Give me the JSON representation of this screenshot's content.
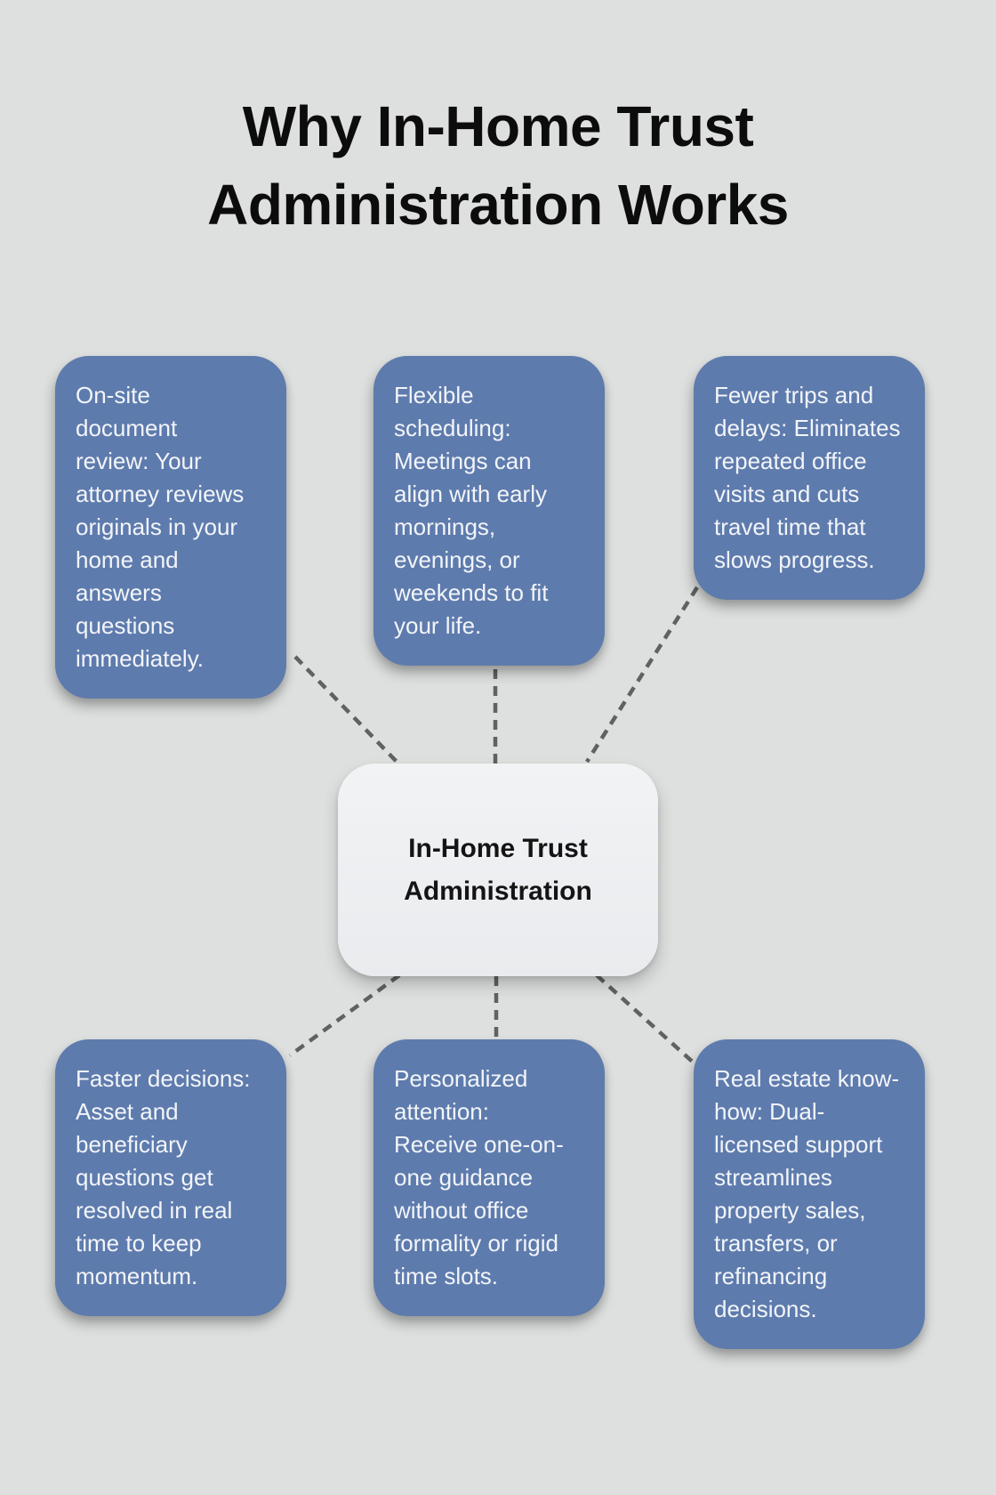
{
  "title": "Why In-Home Trust Administration Works",
  "center_node": {
    "label": "In-Home Trust Administration"
  },
  "benefits": [
    {
      "id": "onsite-document-review",
      "text": "On-site\ndocument\nreview: Your\nattorney reviews\noriginals in your\nhome and\nanswers\nquestions\nimmediately."
    },
    {
      "id": "flexible-scheduling",
      "text": "Flexible\nscheduling:\nMeetings can\nalign with early\nmornings,\nevenings, or\nweekends to fit\nyour life."
    },
    {
      "id": "fewer-trips-and-delays",
      "text": "Fewer trips and\ndelays: Eliminates\nrepeated office\nvisits and cuts\ntravel time that\nslows progress."
    },
    {
      "id": "faster-decisions",
      "text": "Faster decisions:\nAsset and\nbeneficiary\nquestions get\nresolved in real\ntime to keep\nmomentum."
    },
    {
      "id": "personalized-attention",
      "text": "Personalized\nattention:\nReceive one-on-\none guidance\nwithout office\nformality or rigid\ntime slots."
    },
    {
      "id": "real-estate-know-how",
      "text": "Real estate know-\nhow: Dual-\nlicensed support\nstreamlines\nproperty sales,\ntransfers, or\nrefinancing\ndecisions."
    }
  ],
  "connections": [
    {
      "from": "center",
      "to": "onsite-document-review"
    },
    {
      "from": "center",
      "to": "flexible-scheduling"
    },
    {
      "from": "center",
      "to": "fewer-trips-and-delays"
    },
    {
      "from": "center",
      "to": "faster-decisions"
    },
    {
      "from": "center",
      "to": "personalized-attention"
    },
    {
      "from": "center",
      "to": "real-estate-know-how"
    }
  ],
  "colors": {
    "page-bg": "#dee0df",
    "page-bg-edge": "#d5d7d6",
    "node-blue": "#5e7bad",
    "node-text": "#f2f5f9",
    "center-bg": "#f2f3f5",
    "center-bg-2": "#e9ebee",
    "center-text": "#141414",
    "title-text": "#0c0c0c",
    "connector": "#606162"
  }
}
